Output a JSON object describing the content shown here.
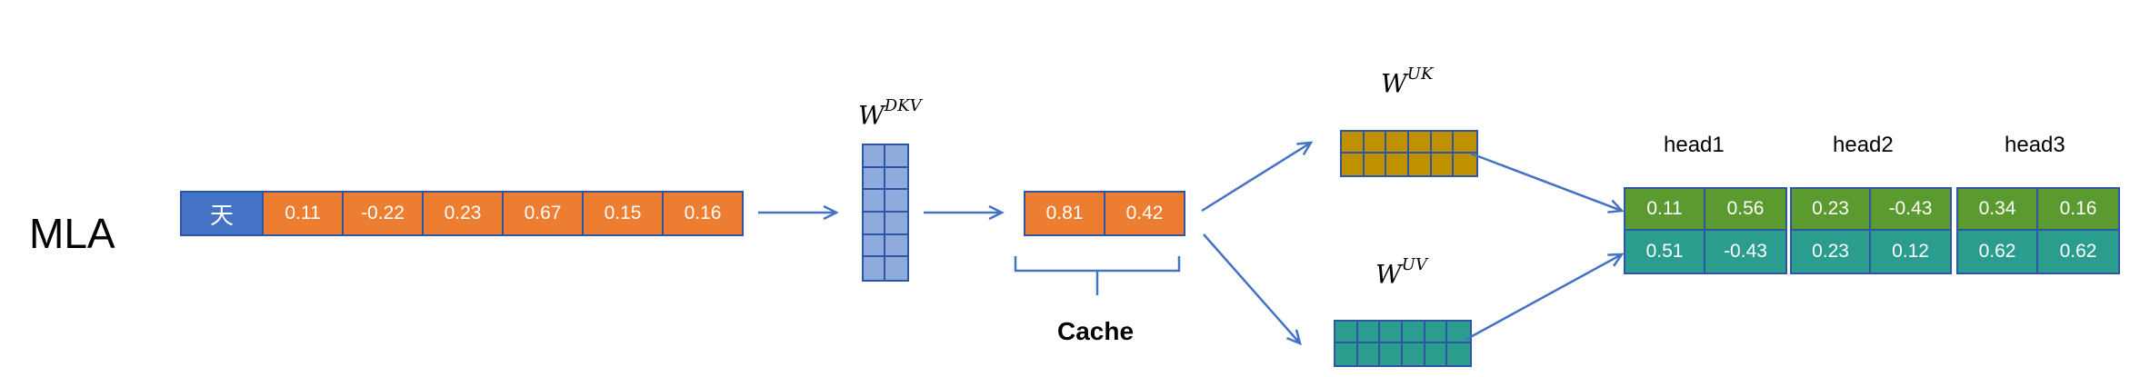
{
  "title": "MLA",
  "token": {
    "char": "天",
    "values": [
      "0.11",
      "-0.22",
      "0.23",
      "0.67",
      "0.15",
      "0.16"
    ]
  },
  "w_dkv": {
    "base": "W",
    "sup": "DKV"
  },
  "latent": {
    "values": [
      "0.81",
      "0.42"
    ],
    "cache_label": "Cache"
  },
  "w_uk": {
    "base": "W",
    "sup": "UK"
  },
  "w_uv": {
    "base": "W",
    "sup": "UV"
  },
  "heads": [
    {
      "name": "head1",
      "k": [
        "0.11",
        "0.56"
      ],
      "v": [
        "0.51",
        "-0.43"
      ]
    },
    {
      "name": "head2",
      "k": [
        "0.23",
        "-0.43"
      ],
      "v": [
        "0.23",
        "0.12"
      ]
    },
    {
      "name": "head3",
      "k": [
        "0.34",
        "0.16"
      ],
      "v": [
        "0.62",
        "0.62"
      ]
    }
  ],
  "colors": {
    "token_char_bg": "#4472c4",
    "vector_bg": "#ed7d31",
    "w_dkv_bg": "#8faadc",
    "w_uk_bg": "#bf9000",
    "w_uv_bg": "#2a9d8f",
    "k_bg": "#5b9a2f",
    "v_bg": "#2a9d8f",
    "arrow": "#4472c4"
  }
}
